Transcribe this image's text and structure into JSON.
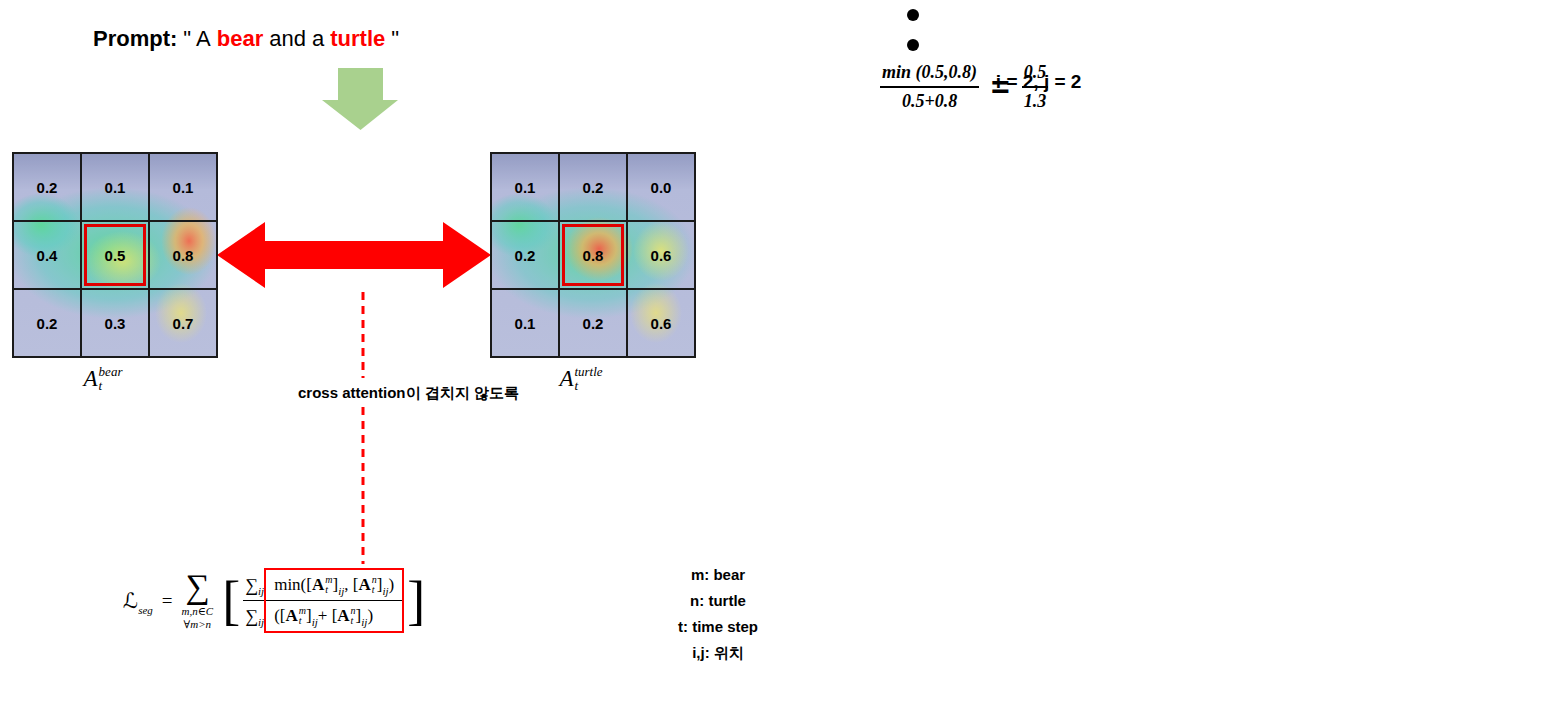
{
  "diagram": {
    "nodes": [
      {
        "text": [
          "0.2",
          "0.1",
          "0.1",
          "0.4",
          "0.5",
          "0.8",
          "0.2",
          "0.3",
          "0.7",
          "A",
          "bear",
          "t"
        ]
      },
      {
        "text": [
          "0.1",
          "0.2",
          "0.0",
          "0.2",
          "0.8",
          "0.6",
          "0.1",
          "0.2",
          "0.6",
          "A",
          "turtle",
          "t"
        ]
      }
    ],
    "edges": [
      {
        "from": 0,
        "to": 1,
        "arrow": "both"
      }
    ],
    "labels": [
      "Prompt:",
      "\" A",
      "bear",
      "and a",
      "turtle",
      "\"",
      "cross attention이 겹치지 않도록",
      "ℒ",
      "seg",
      "=",
      "∑",
      "m,n∈C",
      "∀m>n",
      "[",
      "∑",
      "ij",
      "min([",
      "A",
      "m",
      "t",
      "]",
      "ij",
      ", [",
      "A",
      "n",
      "t",
      "]",
      "ij",
      ")",
      "∑",
      "ij",
      "([",
      "A",
      "m",
      "t",
      "]",
      "ij",
      "+ [",
      "A",
      "n",
      "t",
      "]",
      "ij",
      ")",
      "]",
      "m: bear",
      "n: turtle",
      "t: time step",
      "i,j: 위치",
      "i = 2, j = 2",
      "min (0.5,0.8)",
      "0.5+0.8",
      "=",
      "0.5",
      "1.3"
    ]
  }
}
